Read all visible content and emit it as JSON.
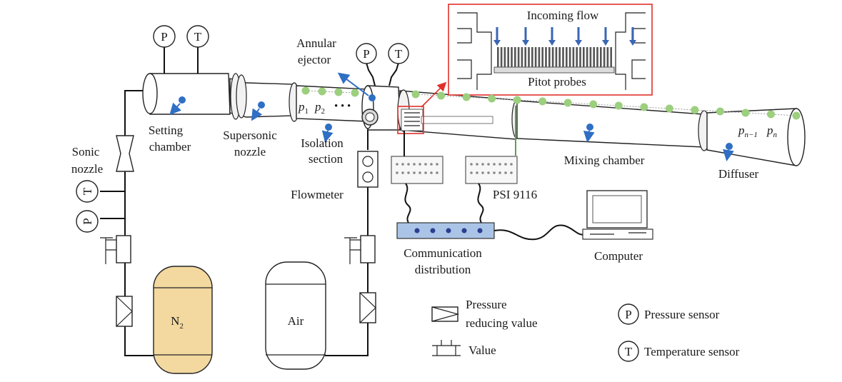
{
  "labels": {
    "setting_chamber": [
      "Setting",
      "chamber"
    ],
    "supersonic_nozzle": [
      "Supersonic",
      "nozzle"
    ],
    "annular_ejector": [
      "Annular",
      "ejector"
    ],
    "isolation_section": [
      "Isolation",
      "section"
    ],
    "mixing_chamber": "Mixing chamber",
    "diffuser": "Diffuser",
    "sonic_nozzle": [
      "Sonic",
      "nozzle"
    ],
    "flowmeter": "Flowmeter",
    "psi": "PSI 9116",
    "communication": [
      "Communication",
      "distribution"
    ],
    "computer": "Computer",
    "n2": "N",
    "n2_sub": "2",
    "air": "Air",
    "p1": "p",
    "p1_sub": "1",
    "p2": "p",
    "p2_sub": "2",
    "dots": "• • •",
    "pn1": "p",
    "pn1_sub": "n−1",
    "pn": "p",
    "pn_sub": "n",
    "incoming_flow": "Incoming flow",
    "pitot_probes": "Pitot probes"
  },
  "sensor_glyphs": {
    "pressure": "P",
    "temperature": "T"
  },
  "legend": {
    "pressure_reducing_valve": [
      "Pressure",
      "reducing value"
    ],
    "valve": "Value",
    "pressure_sensor": "Pressure sensor",
    "temperature_sensor": "Temperature sensor"
  },
  "colors": {
    "n2_tank": "#f3d9a0",
    "arrow_blue": "#2f6fc4",
    "probe_green": "#9ccf7e",
    "inset_border": "#e0302a",
    "comm_box": "#a9c4e6"
  }
}
